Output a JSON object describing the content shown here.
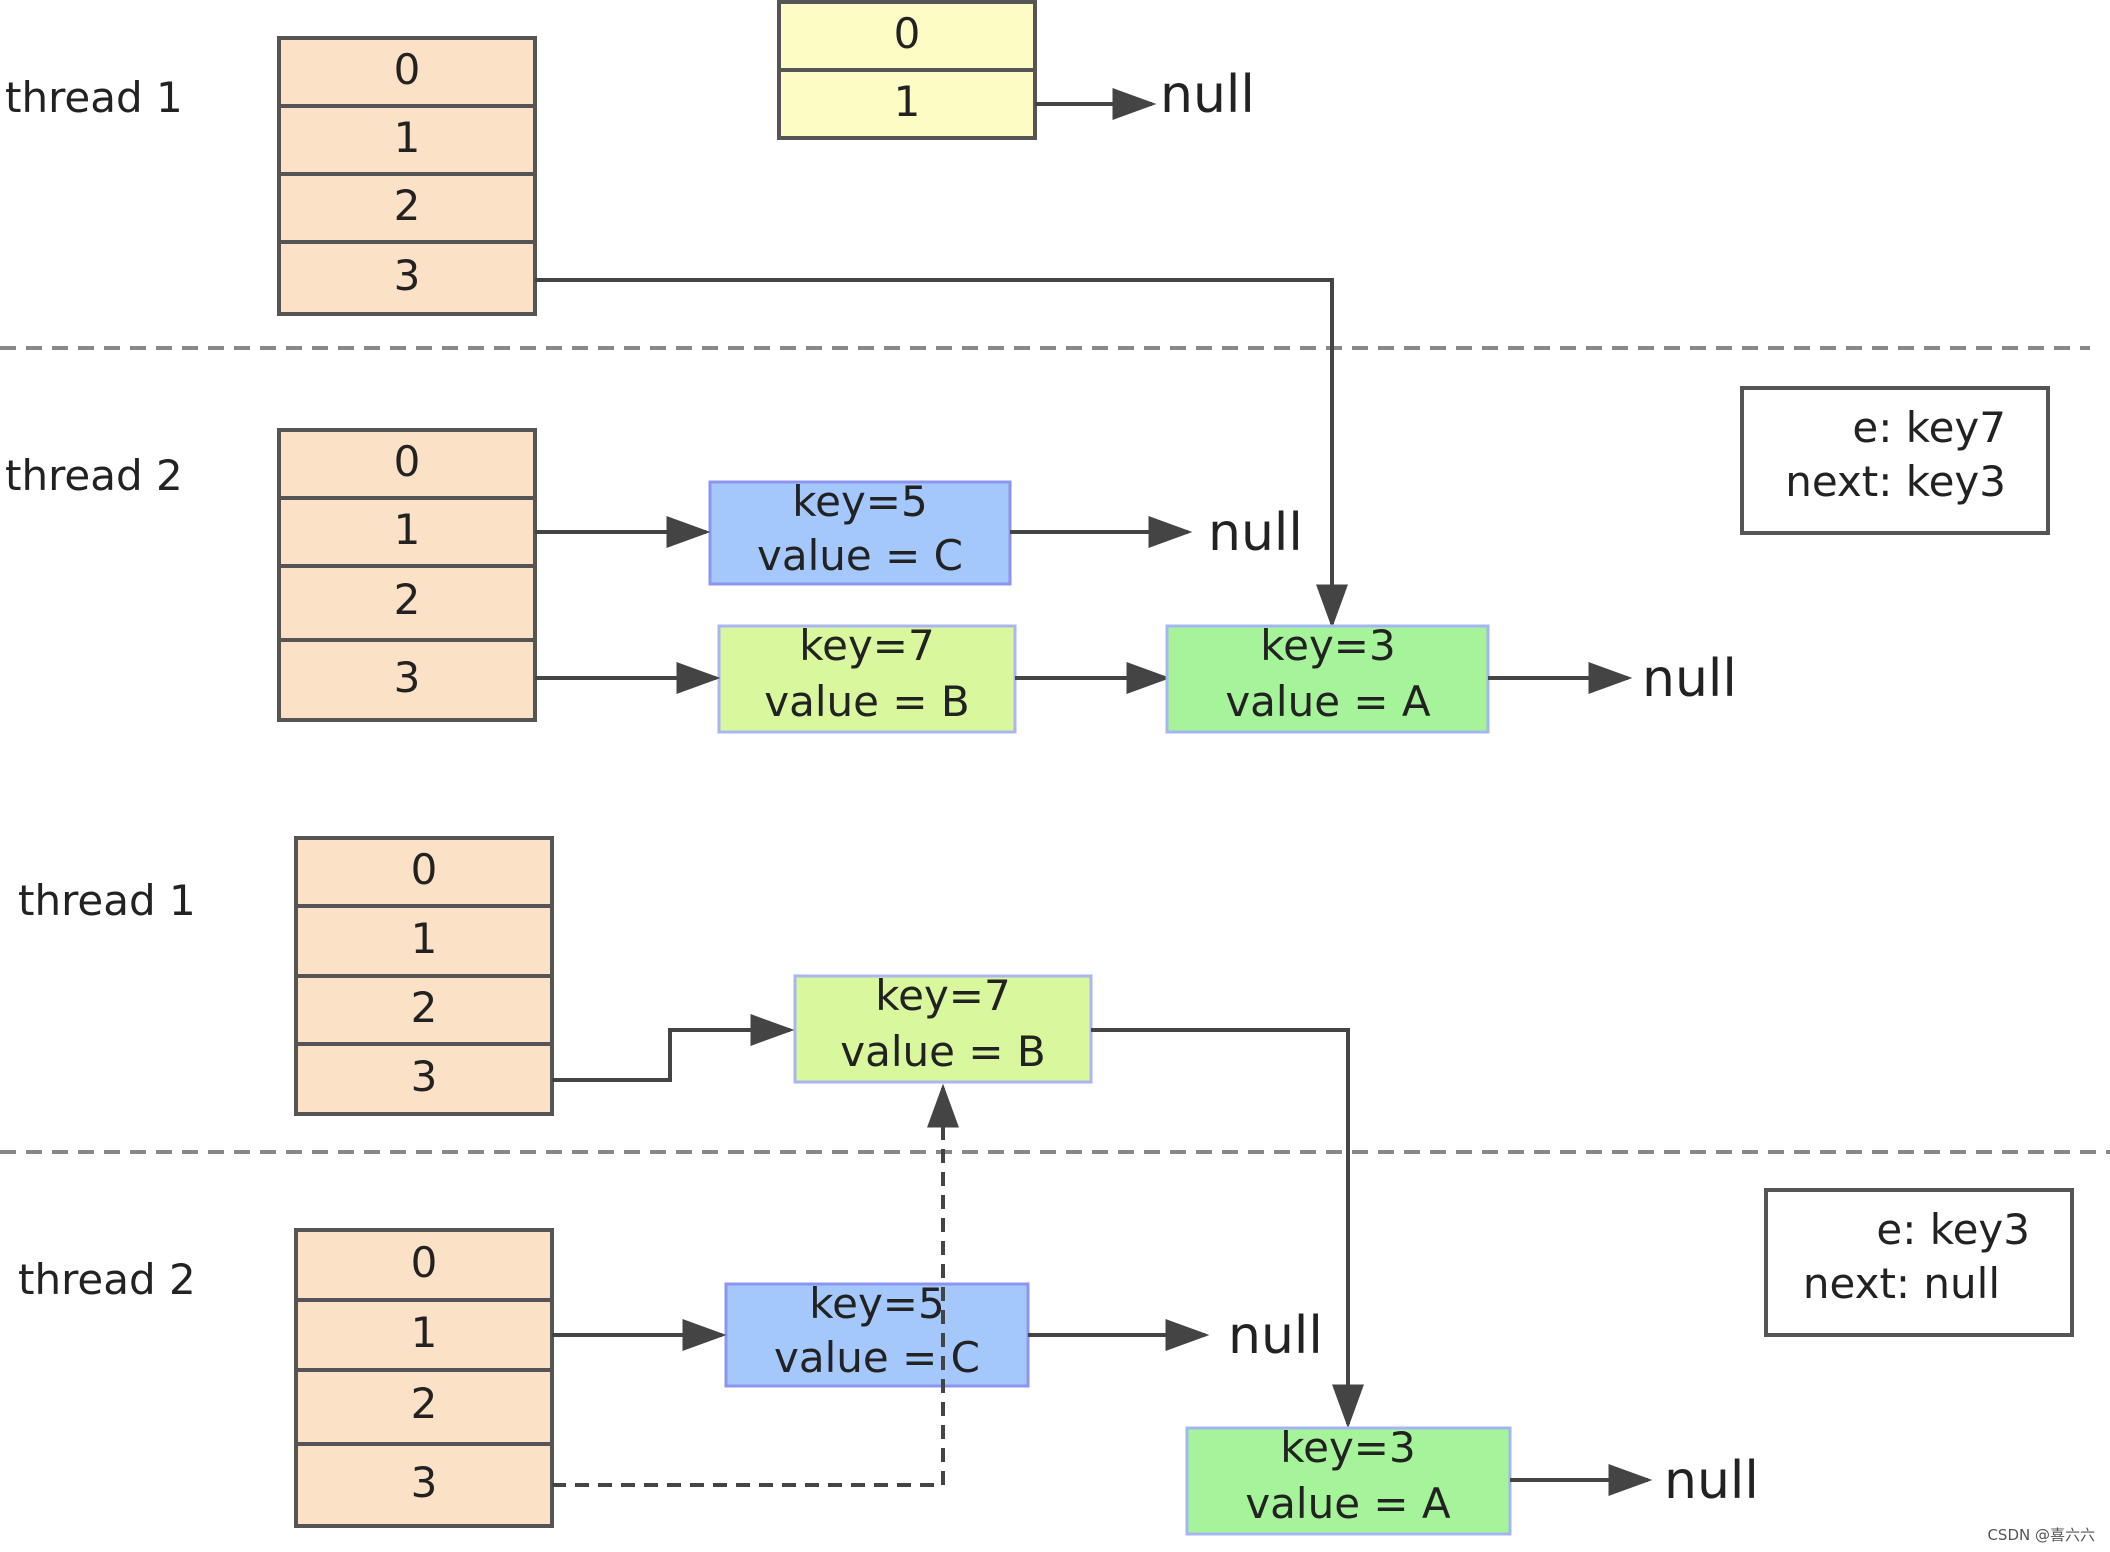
{
  "colors": {
    "bucket_fill": "#fbe2c6",
    "bucket_stroke": "#555555",
    "old_table_fill": "#fdfcc4",
    "node_blue": "#a4c8fc",
    "node_blue_stroke": "#8c95f0",
    "node_lime": "#d9f89e",
    "node_lime_stroke": "#a9b6f0",
    "node_green": "#a6f49a",
    "node_green_stroke": "#a3b6f0",
    "arrow": "#444444",
    "separator": "#888888"
  },
  "null_label": "null",
  "top": {
    "thread1": {
      "label": "thread 1",
      "buckets": [
        "0",
        "1",
        "2",
        "3"
      ],
      "old_table": [
        "0",
        "1"
      ]
    },
    "thread2": {
      "label": "thread 2",
      "buckets": [
        "0",
        "1",
        "2",
        "3"
      ],
      "nodes": {
        "key5": {
          "key": "key=5",
          "value": "value = C"
        },
        "key7": {
          "key": "key=7",
          "value": "value = B"
        },
        "key3": {
          "key": "key=3",
          "value": "value = A"
        }
      }
    },
    "info": {
      "e": "e:  key7",
      "next": "next:  key3"
    }
  },
  "bottom": {
    "thread1": {
      "label": "thread 1",
      "buckets": [
        "0",
        "1",
        "2",
        "3"
      ],
      "nodes": {
        "key7": {
          "key": "key=7",
          "value": "value = B"
        }
      }
    },
    "thread2": {
      "label": "thread 2",
      "buckets": [
        "0",
        "1",
        "2",
        "3"
      ],
      "nodes": {
        "key5": {
          "key": "key=5",
          "value": "value = C"
        },
        "key3": {
          "key": "key=3",
          "value": "value = A"
        }
      }
    },
    "info": {
      "e": "e:  key3",
      "next": "next:  null"
    }
  },
  "watermark": "CSDN @喜六六"
}
